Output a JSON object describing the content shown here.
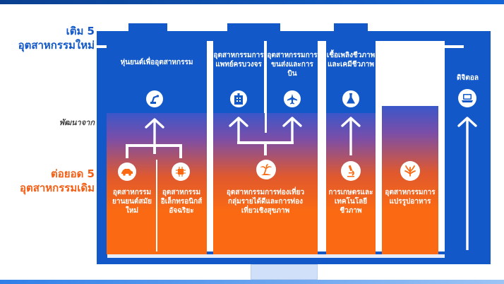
{
  "labels": {
    "new_industries": "เติม 5 อุตสาหกรรมใหม่",
    "developed_from": "พัฒนาจาก",
    "existing_industries": "ต่อยอด 5 อุตสาหกรรมเดิม"
  },
  "new_industries": {
    "robotics": "หุ่นยนต์เพื่ออุตสาหกรรม",
    "medical": "อุตสาหกรรมการแพทย์ครบวงจร",
    "aviation": "อุตสาหกรรมการขนส่งและการบิน",
    "biofuel": "เชื้อเพลิงชีวภาพและเคมีชีวภาพ",
    "digital": "ดิจิตอล"
  },
  "existing_industries": {
    "automotive": "อุตสาหกรรมยานยนต์สมัยใหม่",
    "electronics": "อุตสาหกรรมอิเล็กทรอนิกส์อัจฉริยะ",
    "tourism": "อุตสาหกรรมการท่องเที่ยวกลุ่มรายได้ดีและการท่องเที่ยวเชิงสุขภาพ",
    "agriculture": "การเกษตรและเทคโนโลยีชีวภาพ",
    "food": "อุตสาหกรรมการแปรรูปอาหาร"
  },
  "icons": [
    "robot-arm-icon",
    "hospital-icon",
    "airplane-icon",
    "flask-icon",
    "laptop-icon",
    "car-icon",
    "chip-icon",
    "palm-tree-icon",
    "microscope-icon",
    "wheat-icon"
  ],
  "colors": {
    "blue": "#1258c8",
    "orange": "#fb6a12",
    "light_blue": "#cfe0f8"
  }
}
